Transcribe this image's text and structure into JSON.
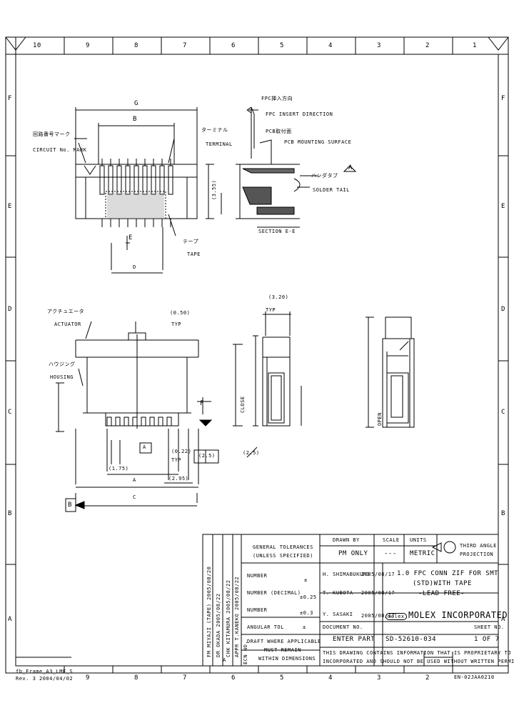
{
  "grid": {
    "columns": [
      "10",
      "9",
      "8",
      "7",
      "6",
      "5",
      "4",
      "3",
      "2",
      "1"
    ],
    "rows": [
      "F",
      "E",
      "D",
      "C",
      "B",
      "A"
    ]
  },
  "callouts": {
    "fpc_insert_dir_jp": "FPC挿入方向",
    "fpc_insert_dir_en": "FPC INSERT DIRECTION",
    "pcb_mount_jp": "PCB取付面",
    "pcb_mount_en": "PCB MOUNTING SURFACE",
    "terminal_jp": "ターミナル",
    "terminal_en": "TERMINAL",
    "circuit_mark_jp": "回路番号マーク",
    "circuit_mark_en": "CIRCUIT No. MARK",
    "solder_tail_jp": "ハンダタブ",
    "solder_tail_en": "SOLDER TAIL",
    "tape_jp": "テープ",
    "tape_en": "TAPE",
    "actuator_jp": "アクチュエータ",
    "actuator_en": "ACTUATOR",
    "housing_jp": "ハウジング",
    "housing_en": "HOUSING",
    "section": "SECTION E-E",
    "close_lbl": "CLOSE",
    "open_lbl": "OPEN",
    "dim_g": "G",
    "dim_b": "B",
    "dim_e": "E",
    "dim_d": "D",
    "dim_c": "C",
    "dim_a": "A",
    "dim_f": "F",
    "dim_3_55": "(3.55)",
    "dim_1_75": "(1.75)",
    "dim_0_50": "(0.50)",
    "dim_0_22": "(0.22)",
    "dim_2_95": "(2.95)",
    "dim_3_20": "(3.20)",
    "typ": "TYP",
    "tol_note": "(2.5)"
  },
  "revisions": {
    "row1": "FM MIYAJI (TAPE) 2005/08/20",
    "row2": "DR OKADA 2005/08/22",
    "row3": "CHK KITAMURA 2005/08/22",
    "row4": "APPR T.KANEKO 2005/08/22",
    "row5": "ECN NO.",
    "col_label": "A"
  },
  "title_block": {
    "gen_tol_1": "GENERAL TOLERANCES",
    "gen_tol_2": "(UNLESS SPECIFIED)",
    "hdr_drawn": "DRAWN BY",
    "hdr_scale": "SCALE",
    "hdr_units": "UNITS",
    "pm_only": "PM ONLY",
    "scale_val": "---",
    "units_val": "METRIC",
    "third_angle_1": "THIRD ANGLE",
    "third_angle_2": "PROJECTION",
    "tol_1_lbl": "NUMBER",
    "tol_1_val": "±",
    "tol_2_lbl": "NUMBER (DECIMAL)",
    "tol_2_val": "±0.25",
    "tol_3_lbl": "NUMBER",
    "tol_3_val": "±0.3",
    "ang_lbl": "ANGULAR TOL",
    "ang_val": "±",
    "drawn_name": "H. SHIMABUKURO",
    "drawn_date": "2005/08/17",
    "chk_name": "T. KUBOTA",
    "chk_date": "2005/08/17",
    "appr_name": "Y. SASAKI",
    "appr_date": "2005/08/17",
    "title_1": "1.0 FPC CONN ZIF FOR SMT",
    "title_2": "(STD)WITH TAPE",
    "title_3": "-LEAD FREE-",
    "company": "MOLEX INCORPORATED",
    "logo": "molex",
    "draft_1": "DRAFT WHERE APPLICABLE",
    "draft_2": "MUST REMAIN",
    "draft_3": "WITHIN DIMENSIONS",
    "enter_part": "ENTER PART",
    "doc_no": "SD-52610-034",
    "sheet": "1 OF 7",
    "notice_1": "THIS DRAWING CONTAINS INFORMATION THAT IS PROPRIETARY TO MOLEX",
    "notice_2": "INCORPORATED AND SHOULD NOT BE USED WITHOUT WRITTEN PERMISSION",
    "doc_lbl": "DOCUMENT NO.",
    "sheet_lbl": "SHEET NO."
  },
  "footer": {
    "left_1": "fb_Frame_A3_LME_S",
    "left_2": "Rev. 3 2004/04/02",
    "right": "EN-02JAA0210"
  }
}
